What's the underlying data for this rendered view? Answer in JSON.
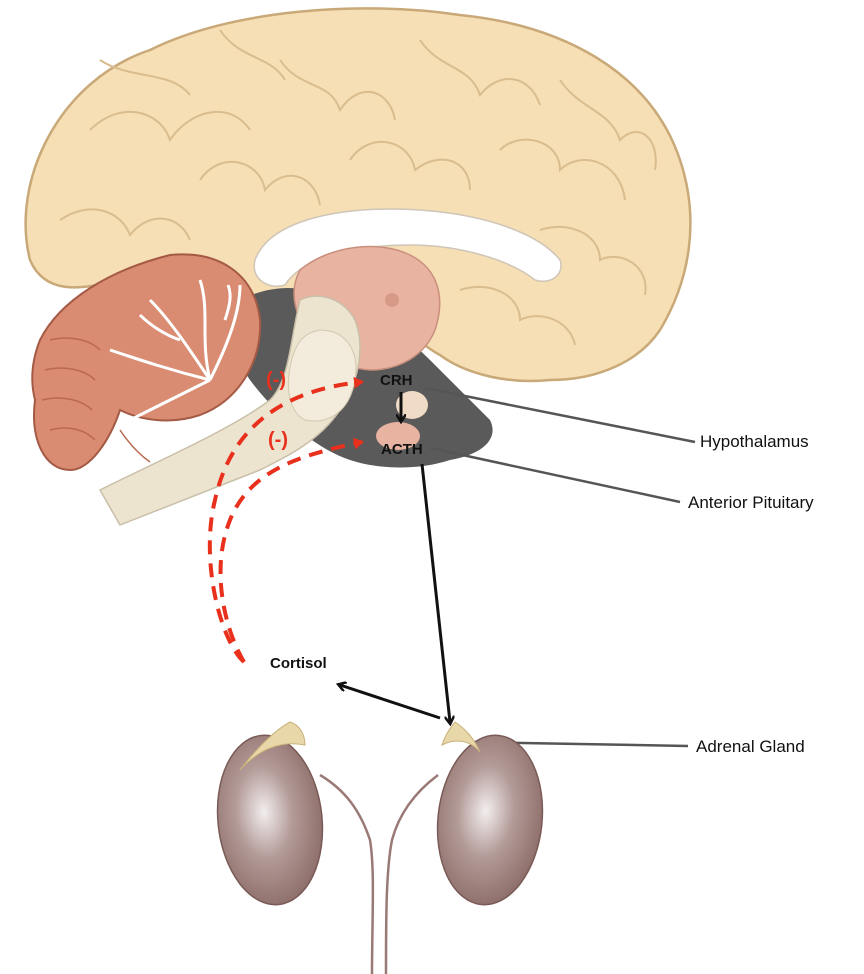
{
  "labels": {
    "crh": "CRH",
    "acth": "ACTH",
    "cortisol": "Cortisol",
    "hypothalamus": "Hypothalamus",
    "anterior_pituitary": "Anterior Pituitary",
    "adrenal_gland": "Adrenal Gland",
    "negative_feedback_upper": "(-)",
    "negative_feedback_lower": "(-)"
  },
  "colors": {
    "cerebrum": "#f6deb5",
    "cerebrum_outline": "#c9a978",
    "cerebellum": "#d98c72",
    "brainstem": "#ede4d0",
    "hypothalamus_region": "#e8b3a0",
    "ventricle": "#555555",
    "kidney": "#9a7a76",
    "adrenal": "#e8d7a9",
    "feedback": "#e8301c",
    "arrow": "#111111",
    "leader_line": "#555555"
  }
}
